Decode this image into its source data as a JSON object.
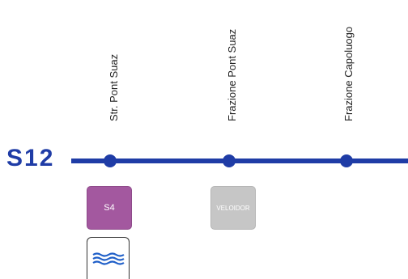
{
  "line": {
    "code": "S12",
    "color": "#1f3ca6"
  },
  "stops": [
    {
      "name": "Str. Pont Suaz"
    },
    {
      "name": "Frazione Pont Suaz"
    },
    {
      "name": "Frazione Capoluogo"
    }
  ],
  "connections": [
    {
      "label": "S4",
      "color": "#a3589f"
    },
    {
      "label": "VELOIDOR",
      "color": "#c6c6c6"
    }
  ],
  "icons": {
    "water": "water-waves-icon"
  }
}
